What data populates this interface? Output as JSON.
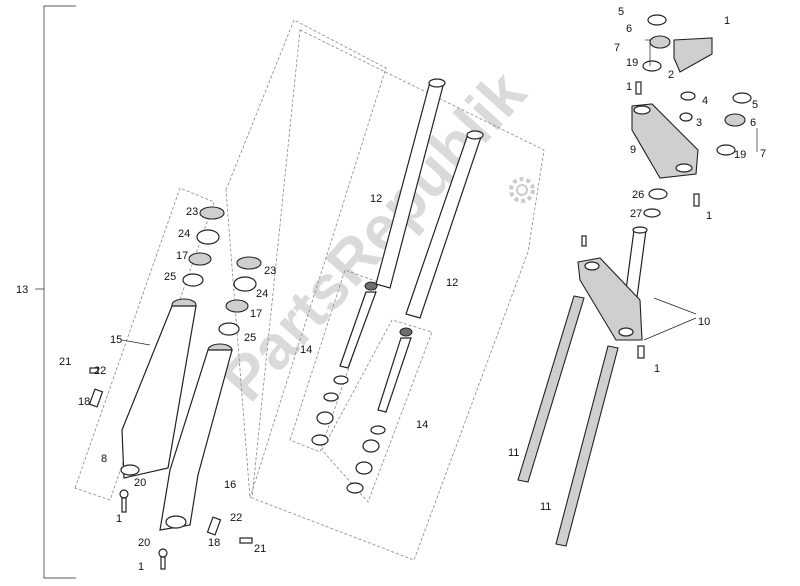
{
  "watermark": "PartsRepublik",
  "callouts": {
    "c1a": "1",
    "c1b": "1",
    "c1c": "1",
    "c1d": "1",
    "c1e": "1",
    "c1f": "1",
    "c2": "2",
    "c3": "3",
    "c4": "4",
    "c5a": "5",
    "c5b": "5",
    "c6a": "6",
    "c6b": "6",
    "c7a": "7",
    "c7b": "7",
    "c8": "8",
    "c9": "9",
    "c10": "10",
    "c11a": "11",
    "c11b": "11",
    "c12a": "12",
    "c12b": "12",
    "c13": "13",
    "c14a": "14",
    "c14b": "14",
    "c15": "15",
    "c16": "16",
    "c17a": "17",
    "c17b": "17",
    "c18a": "18",
    "c18b": "18",
    "c19a": "19",
    "c19b": "19",
    "c20a": "20",
    "c20b": "20",
    "c21a": "21",
    "c21b": "21",
    "c22a": "22",
    "c22b": "22",
    "c23a": "23",
    "c23b": "23",
    "c24a": "24",
    "c24b": "24",
    "c25a": "25",
    "c25b": "25",
    "c26": "26",
    "c27": "27"
  }
}
